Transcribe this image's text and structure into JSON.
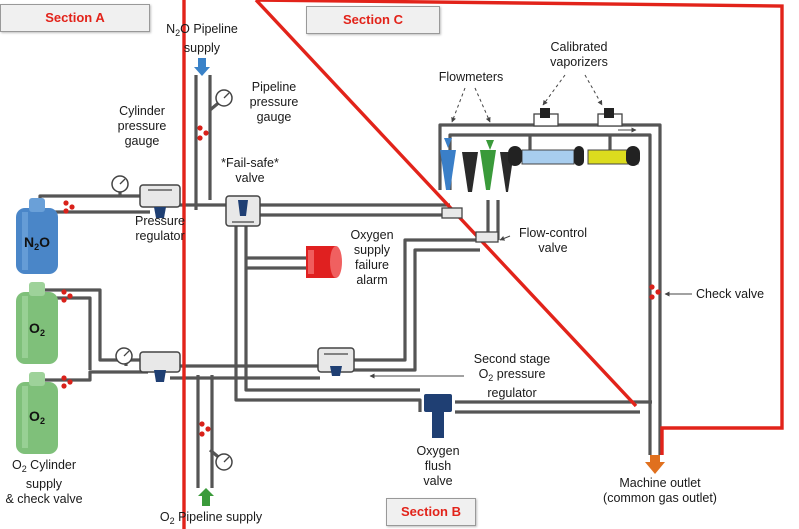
{
  "sections": {
    "a": "Section A",
    "b": "Section B",
    "c": "Section C"
  },
  "labels": {
    "n2o_pipeline": [
      "N",
      "2",
      "O Pipeline",
      "supply"
    ],
    "pipeline_pressure_gauge": [
      "Pipeline",
      "pressure",
      "gauge"
    ],
    "cylinder_pressure_gauge": [
      "Cylinder",
      "pressure",
      "gauge"
    ],
    "fail_safe_valve": [
      "*Fail-safe*",
      "valve"
    ],
    "pressure_regulator": [
      "Pressure",
      "regulator"
    ],
    "flowmeters": "Flowmeters",
    "calibrated_vaporizers": [
      "Calibrated",
      "vaporizers"
    ],
    "flow_control_valve": [
      "Flow-control",
      "valve"
    ],
    "oxygen_supply_failure_alarm": [
      "Oxygen",
      "supply",
      "failure",
      "alarm"
    ],
    "check_valve": "Check valve",
    "second_stage_regulator": [
      "Second stage",
      "O",
      "2",
      " pressure",
      "regulator"
    ],
    "oxygen_flush_valve": [
      "Oxygen",
      "flush",
      "valve"
    ],
    "machine_outlet": [
      "Machine outlet",
      "(common gas outlet)"
    ],
    "o2_cylinder": [
      "O",
      "2",
      " Cylinder",
      "supply",
      "& check valve"
    ],
    "o2_pipeline": [
      "O",
      "2",
      " Pipeline supply"
    ]
  },
  "tanks": {
    "n2o": [
      "N",
      "2",
      "O"
    ],
    "o2_top": [
      "O",
      "2"
    ],
    "o2_bottom": [
      "O",
      "2"
    ]
  },
  "colors": {
    "section_boundary": "#e2231a",
    "section_text": "#e2231a",
    "n2o_cylinder": "#4a86c8",
    "o2_cylinder": "#7fc07a",
    "regulator": "#1f3f73",
    "alarm": "#e02020",
    "pipe": "#555555",
    "n2o_arrow": "#3a82c8",
    "o2_arrow": "#3a9a3a",
    "outlet_arrow": "#e0701e",
    "vaporizer_blue": "#a8cdee",
    "vaporizer_yellow": "#dcdc1e",
    "flowmeter_blue": "#3a7fc8",
    "flowmeter_green": "#3a9a3a"
  }
}
